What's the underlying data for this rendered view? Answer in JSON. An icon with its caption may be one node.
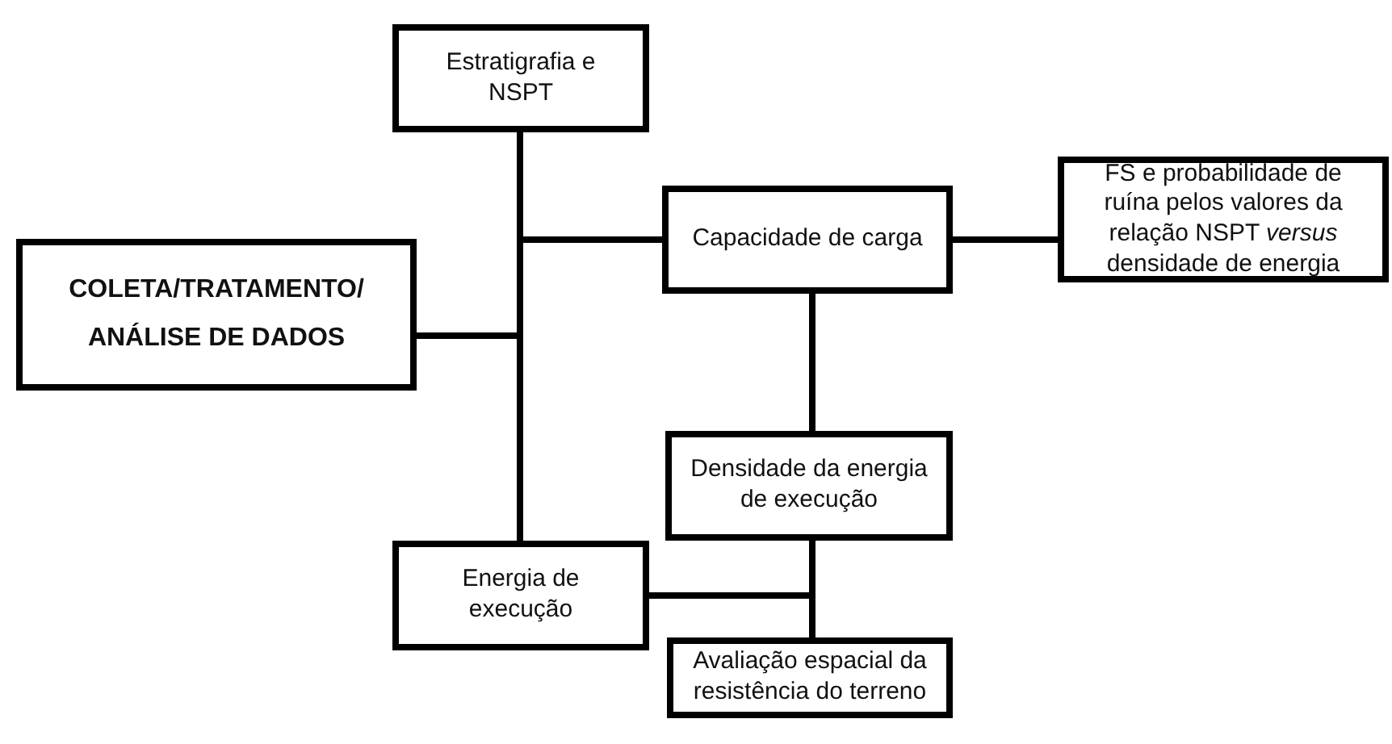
{
  "diagram": {
    "nodes": [
      {
        "text": [
          "COLETA/TRATAMENTO/ ANÁLISE DE DADOS"
        ]
      },
      {
        "text": [
          "Estratigrafia e NSPT"
        ]
      },
      {
        "text": [
          "Capacidade de carga"
        ]
      },
      {
        "text": [
          "FS e probabilidade de ruína pelos valores da relação NSPT *versus* densidade de energia"
        ]
      },
      {
        "text": [
          "Densidade da energia de execução"
        ]
      },
      {
        "text": [
          "Energia de execução"
        ]
      },
      {
        "text": [
          "Avaliação espacial da resistência do terreno"
        ]
      }
    ],
    "edges": [
      {
        "from": 0,
        "to": 1,
        "arrow": "none"
      },
      {
        "from": 0,
        "to": 2,
        "arrow": "none"
      },
      {
        "from": 0,
        "to": 5,
        "arrow": "none"
      },
      {
        "from": 2,
        "to": 3,
        "arrow": "none"
      },
      {
        "from": 2,
        "to": 4,
        "arrow": "none"
      },
      {
        "from": 4,
        "to": 6,
        "arrow": "none"
      },
      {
        "from": 5,
        "to": 6,
        "arrow": "none"
      }
    ]
  }
}
